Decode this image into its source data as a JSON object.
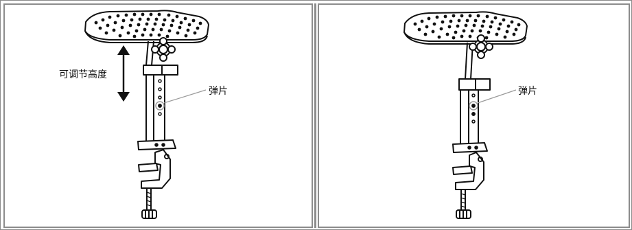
{
  "labels": {
    "adjust_height": "可调节高度",
    "spring_left": "弹片",
    "spring_right": "弹片"
  },
  "colors": {
    "line": "#111111",
    "accent_circle": "#9a9a9a",
    "border": "#8c8c8c"
  }
}
